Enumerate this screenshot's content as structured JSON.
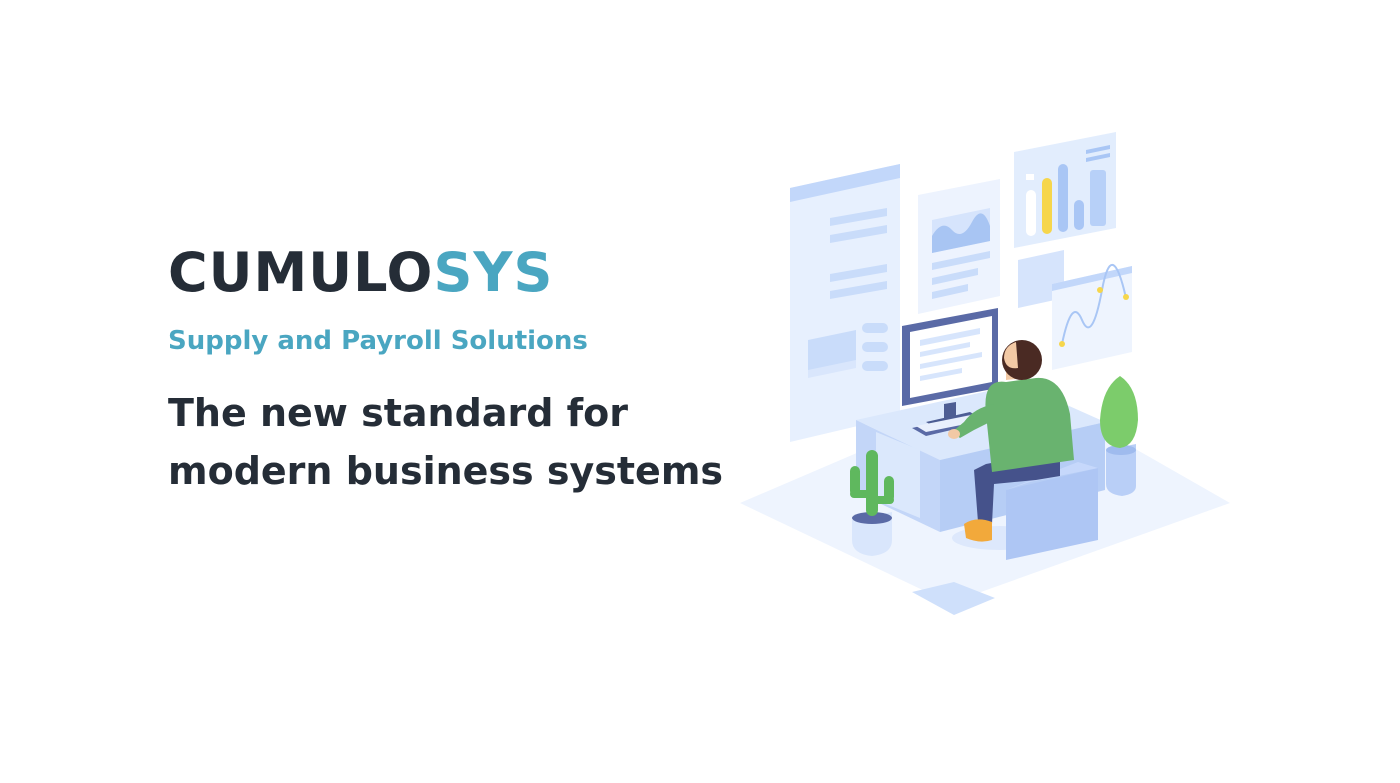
{
  "brand": {
    "name_part1": "CUMULO",
    "name_part2": "SYS",
    "tagline": "Supply and Payroll Solutions"
  },
  "headline": {
    "line1": "The new standard for",
    "line2": "modern business systems"
  },
  "colors": {
    "brand_dark": "#252d37",
    "brand_accent": "#4aa6c1",
    "panel_blue": "#c9dcfa",
    "shirt_green": "#69b36f",
    "plant_green": "#7ccc6b",
    "chart_yellow": "#f6d64b",
    "background": "#ffffff"
  },
  "illustration": {
    "subject": "person-at-computer-desk"
  }
}
